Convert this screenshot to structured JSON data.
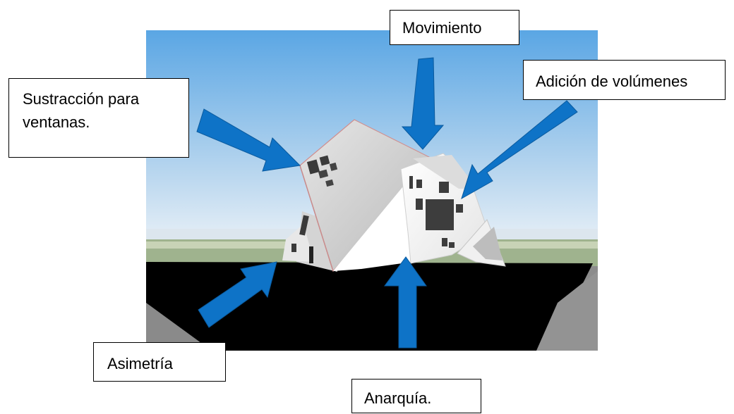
{
  "labels": {
    "movimiento": "Movimiento",
    "adicion": "Adición de volúmenes",
    "sustraccion": "Sustracción para\nventanas.",
    "asimetria": "Asimetría",
    "anarquia": "Anarquía."
  },
  "colors": {
    "sky_top": "#5aa6e4",
    "sky_bottom": "#dceaf6",
    "ground": "#000000",
    "road": "#8c8c8c",
    "arrow": "#0e73c7",
    "building_light": "#f5f5f5",
    "building_shade": "#c9c9c9",
    "window": "#3a3a3a"
  },
  "icons": {
    "arrow": "arrow-icon"
  }
}
